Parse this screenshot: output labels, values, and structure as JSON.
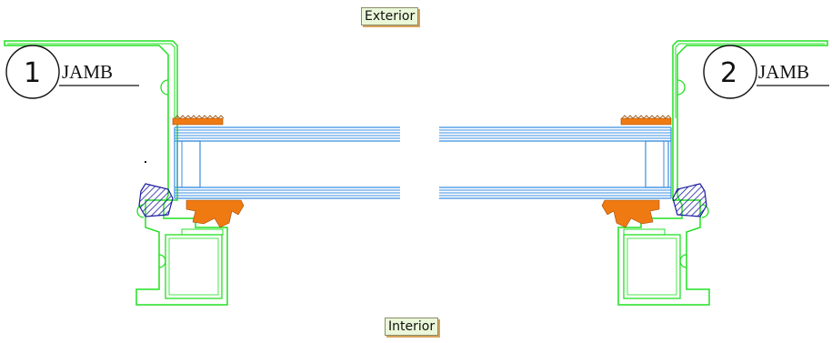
{
  "labels": {
    "exterior": "Exterior",
    "interior": "Interior"
  },
  "callouts": [
    {
      "number": "1",
      "label": "JAMB"
    },
    {
      "number": "2",
      "label": "JAMB"
    }
  ],
  "colors": {
    "frame": "#22e022",
    "glass": "#3a8fe0",
    "gasket": "#f07a12",
    "hatch": "#1a1aa0",
    "text": "#111111"
  }
}
